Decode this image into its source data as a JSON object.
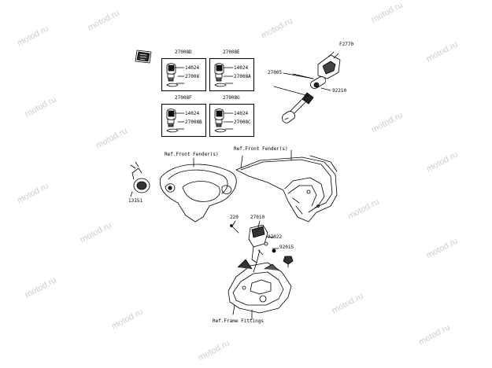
{
  "diagram": {
    "code": "F2770",
    "watermark": "motod.ru",
    "parts": {
      "p27008D": "27008D",
      "p27008E": "27008E",
      "p27008F": "27008F",
      "p27008G": "27008G",
      "p14024": "14024",
      "p27008": "27008",
      "p27008A": "27008A",
      "p27008B": "27008B",
      "p27008C": "27008C",
      "p27005": "27005",
      "p92210": "92210",
      "p13151": "13151",
      "p220": "220",
      "p27010": "27010",
      "p92022": "92022",
      "p92015": "92015"
    },
    "refs": {
      "front_fender": "Ref.Front Fender(s)",
      "frame_fittings": "Ref.Frame Fittings"
    }
  }
}
